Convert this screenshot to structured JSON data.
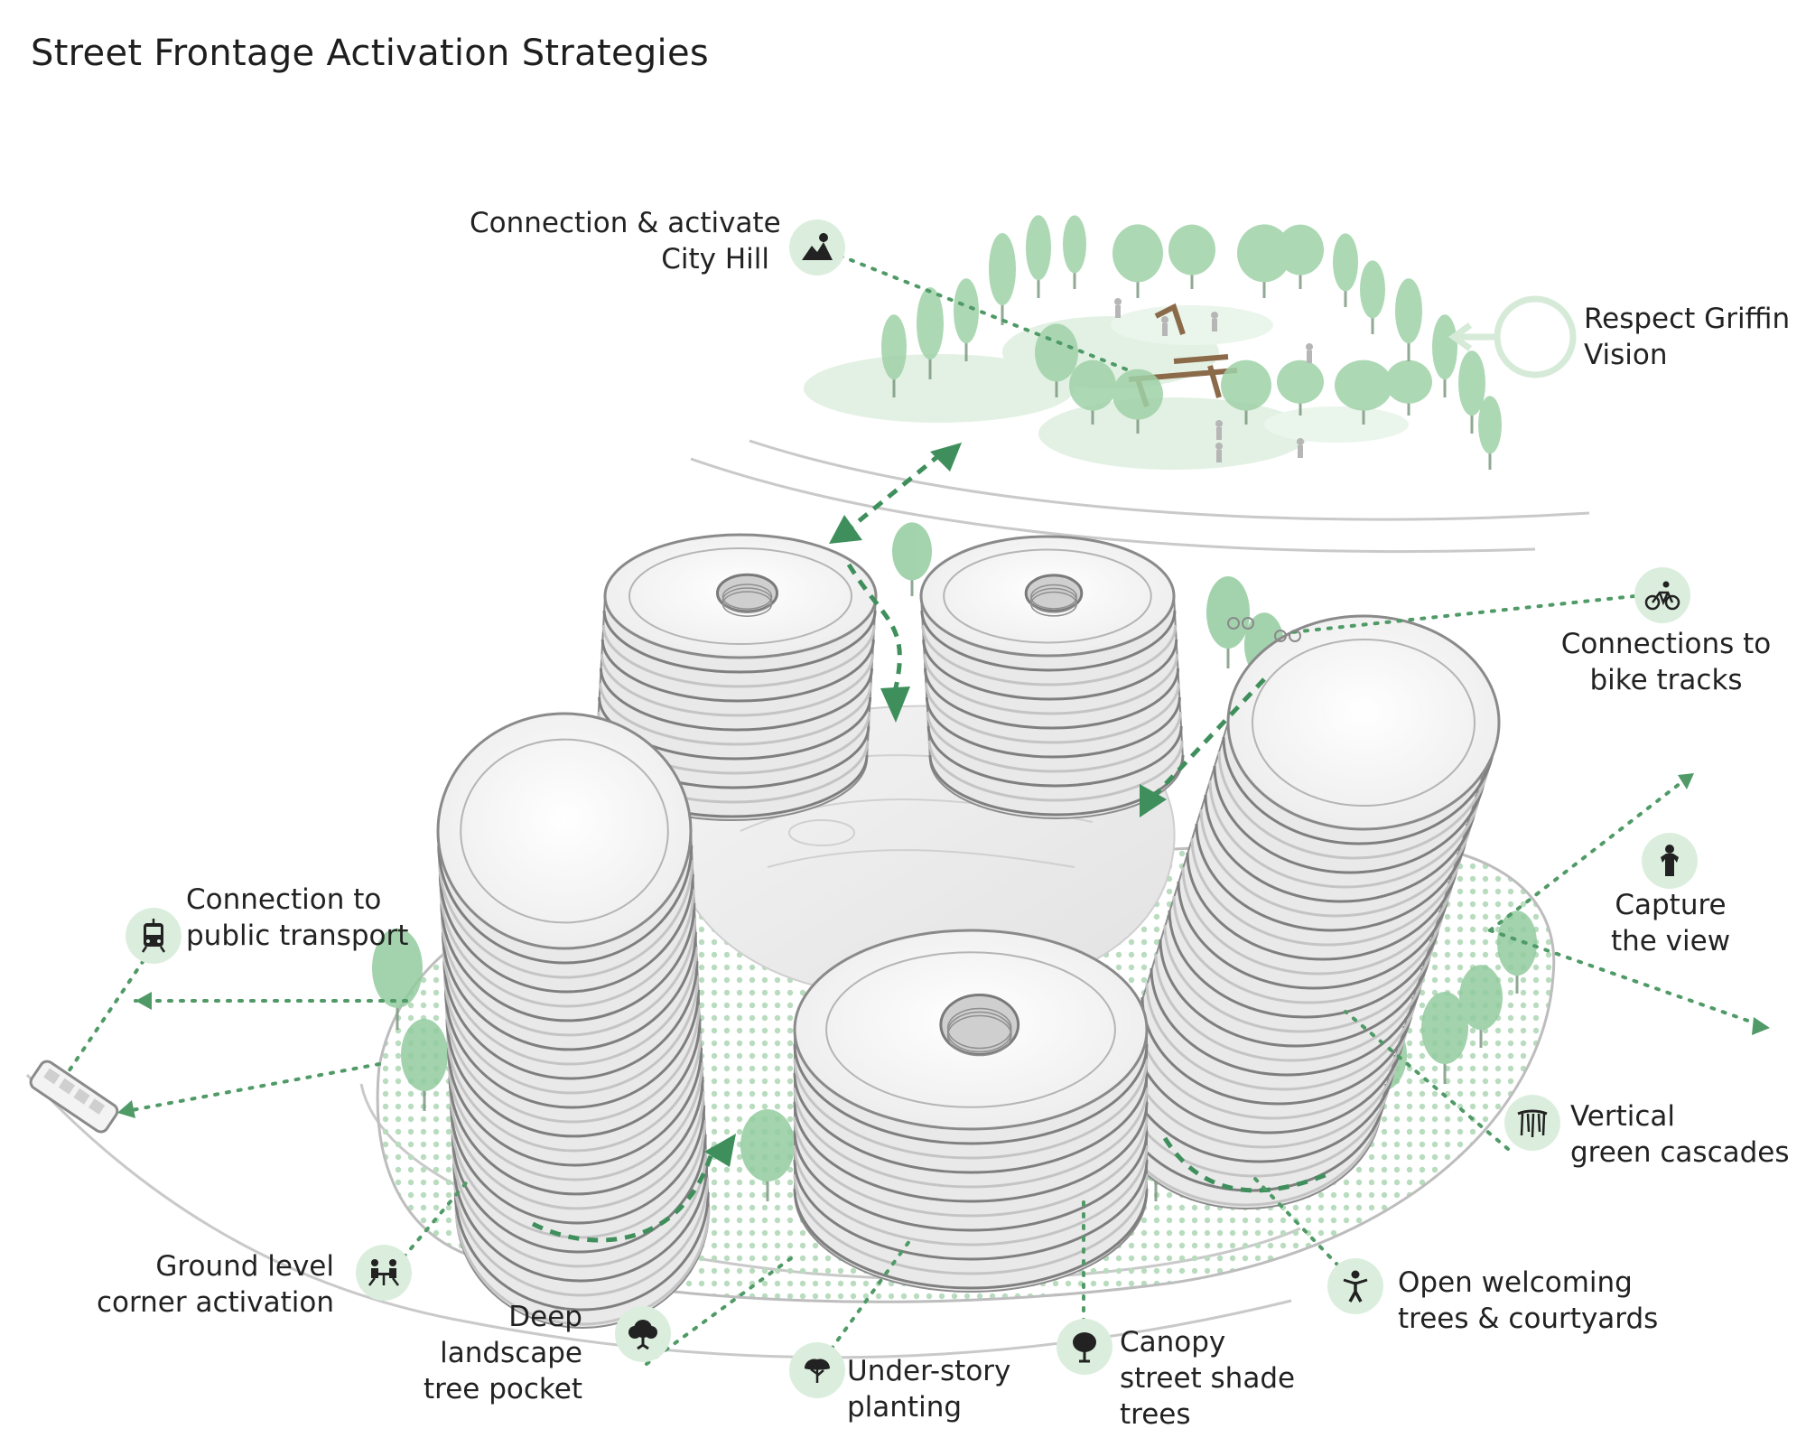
{
  "title": "Street Frontage Activation Strategies",
  "labels": {
    "city_hill": [
      "Connection & activate",
      "City Hill"
    ],
    "griffin": [
      "Respect Griffin",
      "Vision"
    ],
    "bike": [
      "Connections to",
      "bike tracks"
    ],
    "view": [
      "Capture",
      "the view"
    ],
    "transport": [
      "Connection to",
      "public transport"
    ],
    "cascades": [
      "Vertical",
      "green cascades"
    ],
    "corner": [
      "Ground level",
      "corner activation"
    ],
    "pocket": [
      "Deep",
      "landscape",
      "tree pocket"
    ],
    "understory": [
      "Under-story",
      "planting"
    ],
    "canopy": [
      "Canopy",
      "street shade",
      "trees"
    ],
    "welcoming": [
      "Open welcoming",
      "trees & courtyards"
    ]
  },
  "icons": {
    "city_hill": "hill-icon",
    "bike": "bicycle-icon",
    "view": "viewer-icon",
    "transport": "tram-icon",
    "cascades": "cascade-roots-icon",
    "corner": "cafe-seating-icon",
    "pocket": "large-tree-icon",
    "understory": "shrub-icon",
    "canopy": "canopy-tree-icon",
    "welcoming": "welcoming-person-icon"
  },
  "colors": {
    "accent_green": "#3f8f5c",
    "badge_fill": "#dbeedd",
    "tree_green": "#8fc99a",
    "building_gray": "#9a9a9a"
  }
}
